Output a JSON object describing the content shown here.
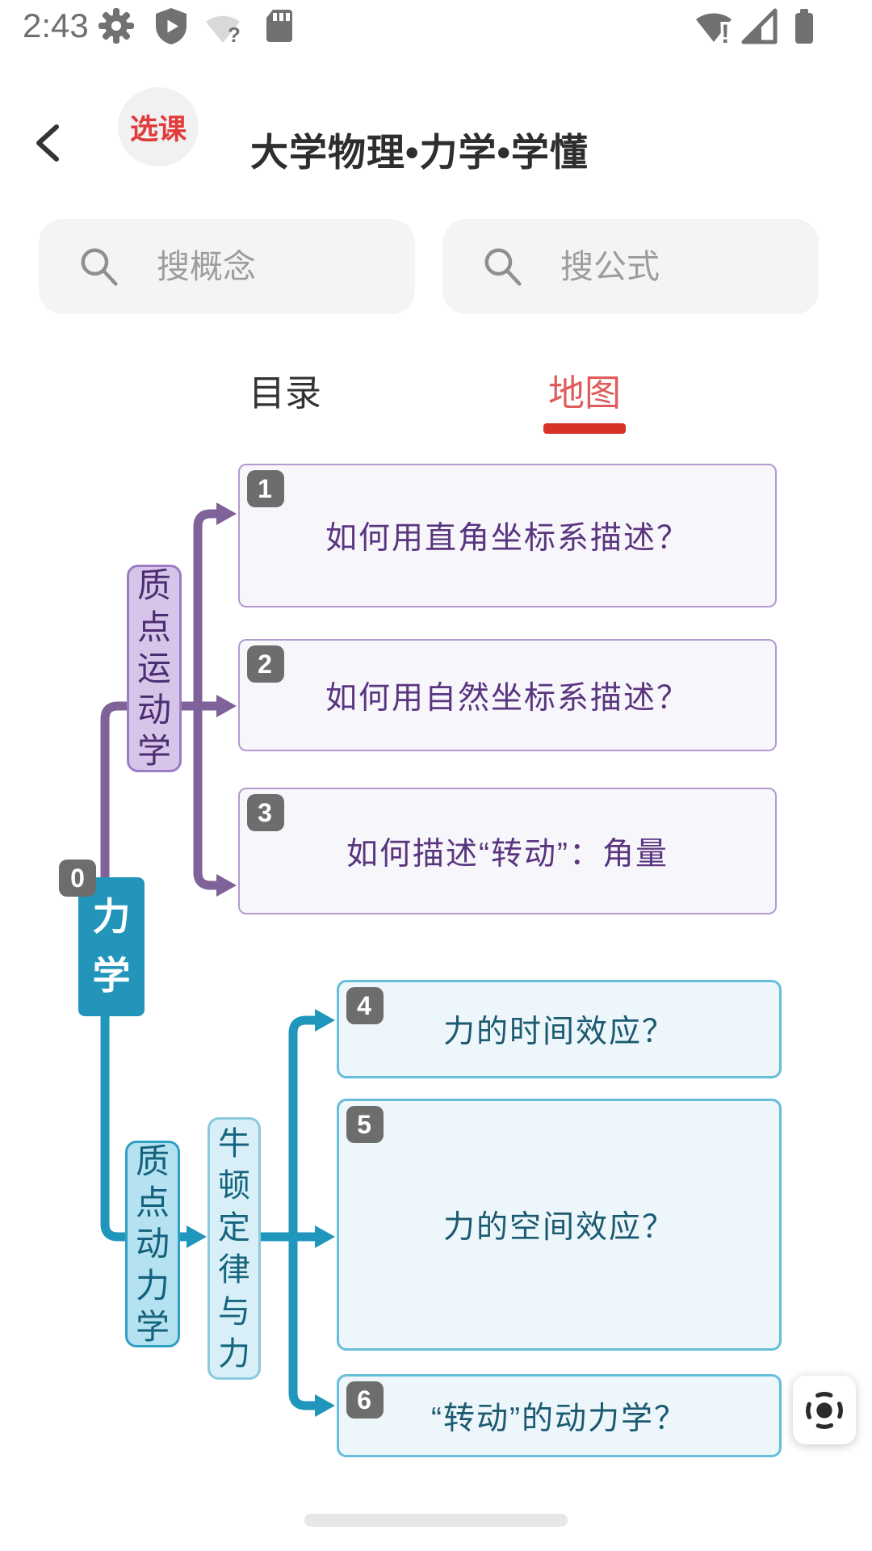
{
  "status_bar": {
    "time": "2:43",
    "left_icons": [
      "gear-icon",
      "shield-play-icon",
      "wifi-question-icon",
      "sd-card-icon"
    ],
    "right_icons": [
      "wifi-alert-icon",
      "signal-strength-icon",
      "battery-icon"
    ]
  },
  "header": {
    "course_badge": "选课",
    "title": "大学物理•力学•学懂"
  },
  "search": {
    "concept_placeholder": "搜概念",
    "formula_placeholder": "搜公式"
  },
  "tabs": {
    "catalog": "目录",
    "map": "地图",
    "active": "地图"
  },
  "mindmap": {
    "root_badge": "0",
    "root_label": "力学",
    "kinematics_label": "质点运动学",
    "dynamics_label": "质点动力学",
    "newton_label": "牛顿定律与力",
    "topics": [
      {
        "badge": "1",
        "text": "如何用直角坐标系描述？"
      },
      {
        "badge": "2",
        "text": "如何用自然坐标系描述？"
      },
      {
        "badge": "3",
        "text": "如何描述“转动”：角量"
      },
      {
        "badge": "4",
        "text": "力的时间效应？"
      },
      {
        "badge": "5",
        "text": "力的空间效应？"
      },
      {
        "badge": "6",
        "text": "“转动”的动力学？"
      }
    ]
  },
  "colors": {
    "tab_active_text": "#e05b5b",
    "tab_underline": "#d63428",
    "badge_red_text": "#e23b3b",
    "purple_line": "#7e6299",
    "purple_node_fill": "#d7c5e9",
    "purple_node_border": "#9d7cc3",
    "purple_topic_text": "#5a3580",
    "teal_line": "#2196bc",
    "root_node_fill": "#2395ba",
    "teal_node_fill": "#b5e2f0",
    "teal_node_border": "#2f9fc3",
    "teal_topic_text": "#1b5a70",
    "number_badge_bg": "#6d6d6d"
  }
}
